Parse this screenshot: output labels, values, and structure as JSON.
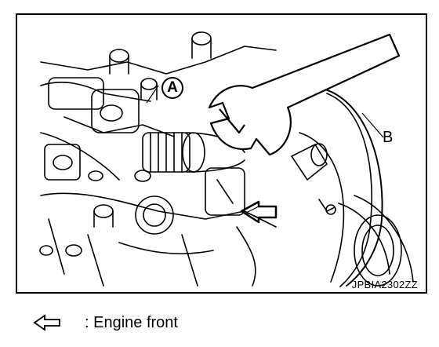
{
  "callouts": {
    "a": "A",
    "b": "B"
  },
  "image_code": "JPBIA2302ZZ",
  "legend": {
    "arrow_icon": "hollow-left-arrow",
    "text": ": Engine front"
  }
}
